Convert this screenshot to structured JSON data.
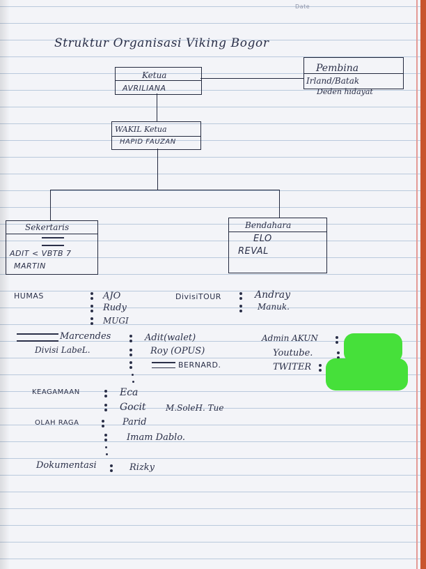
{
  "header": {
    "date_label": "Date"
  },
  "title": "Struktur Organisasi Viking Bogor",
  "ketua": {
    "role": "Ketua",
    "name": "AVRILIANA"
  },
  "pembina": {
    "role": "Pembina",
    "names": [
      "Irland/Batak",
      "Deden hidayat"
    ]
  },
  "wakil": {
    "role": "WAKIL Ketua",
    "name": "HAPID FAUZAN"
  },
  "sekretaris": {
    "role": "Sekertaris",
    "names": [
      "ADIT < VBTB 7",
      "MARTIN"
    ]
  },
  "bendahara": {
    "role": "Bendahara",
    "names": [
      "ELO",
      "REVAL"
    ]
  },
  "humas": {
    "label": "HUMAS",
    "members": [
      "AJO",
      "Rudy",
      "MUGI"
    ]
  },
  "divisi_tour": {
    "label": "DivisiTOUR",
    "members": [
      "Andray",
      "Manuk."
    ]
  },
  "marcendes": {
    "label": "Marcendes",
    "members": [
      "Adit(walet)",
      "Roy (OPUS)",
      "BERNARD."
    ]
  },
  "divisi_label": {
    "label": "Divisi LabeL."
  },
  "admin_akun": {
    "label": "Admin AKUN",
    "items": [
      "Youtube.",
      "TWITER"
    ]
  },
  "keagamaan": {
    "label": "KEAGAMAAN",
    "members": [
      "Eca",
      "Gocit"
    ],
    "extra": "M.SoleH. Tue"
  },
  "olahraga": {
    "label": "OLAH RAGA",
    "members": [
      "Parid",
      "Imam Dablo."
    ]
  },
  "dokumentasi": {
    "label": "Dokumentasi",
    "members": [
      "Rizky"
    ]
  },
  "colors": {
    "ink": "#2a2f48",
    "highlighter": "#46e03a",
    "paper": "#f3f4f8",
    "rule": "#b9c9dc",
    "margin": "#e49a96"
  }
}
